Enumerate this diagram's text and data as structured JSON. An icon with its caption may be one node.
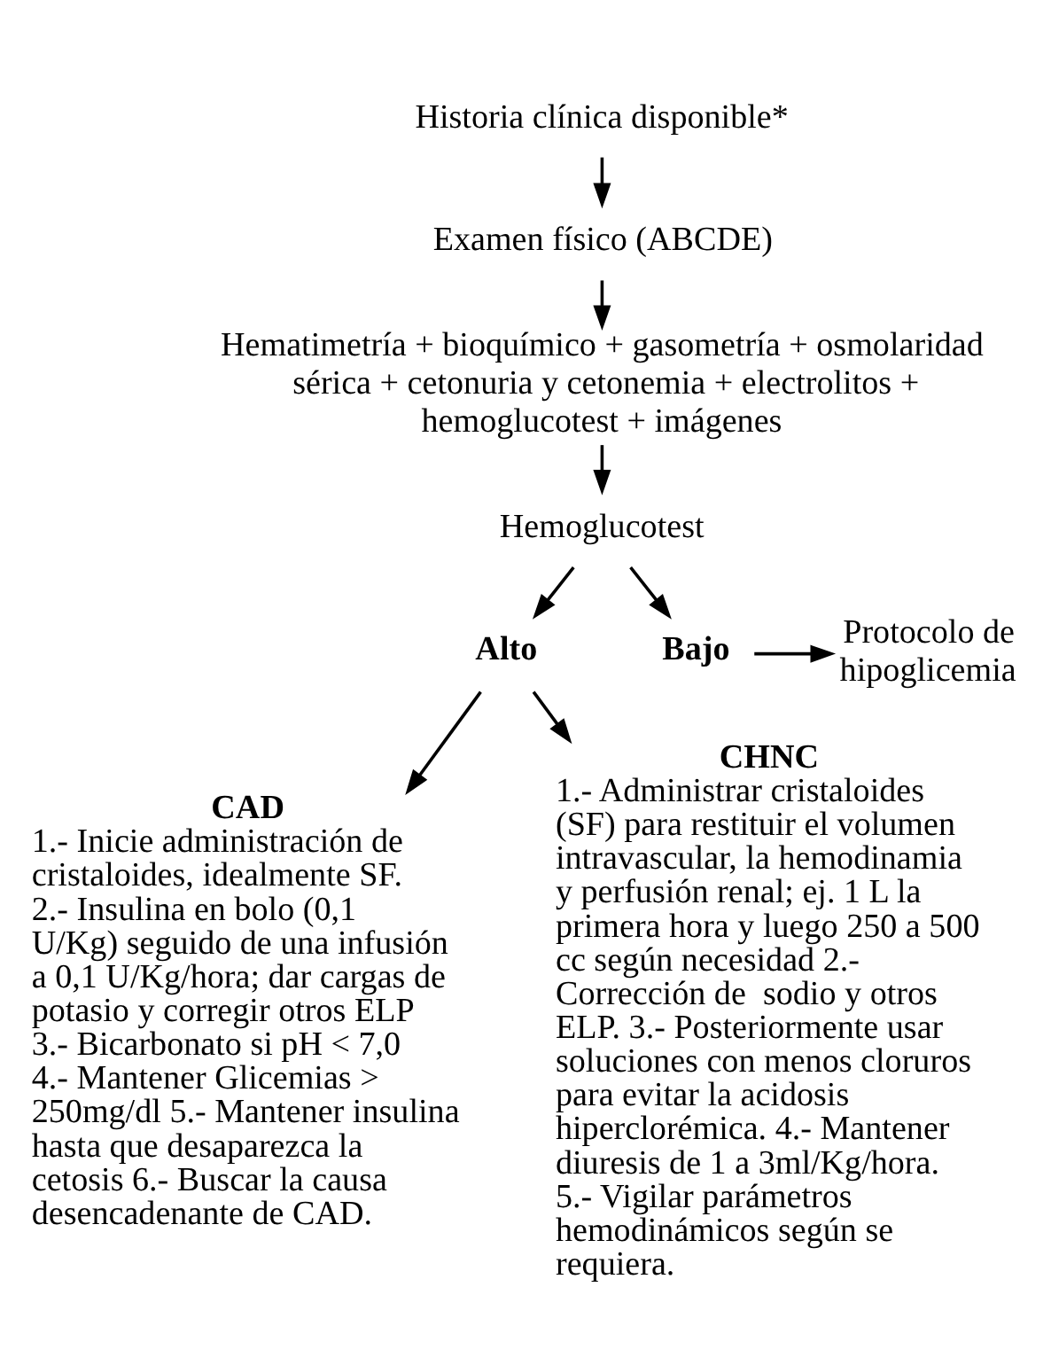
{
  "diagram": {
    "nodes": [
      {
        "text": [
          "Historia clínica disponible*"
        ]
      },
      {
        "text": [
          "Examen físico (ABCDE)"
        ]
      },
      {
        "text": [
          "Hematimetría + bioquímico + gasometría + osmolaridad sérica + cetonuria y cetonemia + electrolitos + hemoglucotest + imágenes"
        ]
      },
      {
        "text": [
          "Hemoglucotest"
        ]
      },
      {
        "text": [
          "Alto"
        ]
      },
      {
        "text": [
          "Bajo"
        ]
      },
      {
        "text": [
          "Protocolo de hipoglicemia"
        ]
      },
      {
        "text": [
          "CAD",
          "1.- Inicie administración de cristaloides, idealmente SF. 2.- Insulina en bolo (0,1 U/Kg) seguido de una infusión a 0,1 U/Kg/hora; dar cargas de potasio y corregir otros ELP 3.- Bicarbonato si pH < 7,0 4.- Mantener Glicemias > 250mg/dl 5.- Mantener insulina hasta que desaparezca la cetosis 6.- Buscar la causa desencadenante de CAD."
        ]
      },
      {
        "text": [
          "CHNC",
          "1.- Administrar cristaloides (SF) para restituir el volumen intravascular, la hemodinamia y perfusión renal; ej. 1 L la primera hora y luego 250 a 500 cc según necesidad 2.- Corrección de  sodio y otros ELP. 3.- Posteriormente usar soluciones con menos cloruros para evitar la acidosis hiperclorémica. 4.- Mantener diuresis de 1 a 3ml/Kg/hora. 5.- Vigilar parámetros hemodinámicos según se requiera."
        ]
      }
    ],
    "edges": [
      {
        "from": 0,
        "to": 1,
        "arrow": "to"
      },
      {
        "from": 1,
        "to": 2,
        "arrow": "to"
      },
      {
        "from": 2,
        "to": 3,
        "arrow": "to"
      },
      {
        "from": 3,
        "to": 4,
        "arrow": "to"
      },
      {
        "from": 3,
        "to": 5,
        "arrow": "to"
      },
      {
        "from": 5,
        "to": 6,
        "arrow": "to"
      },
      {
        "from": 4,
        "to": 7,
        "arrow": "to"
      },
      {
        "from": 4,
        "to": 8,
        "arrow": "to"
      }
    ]
  }
}
